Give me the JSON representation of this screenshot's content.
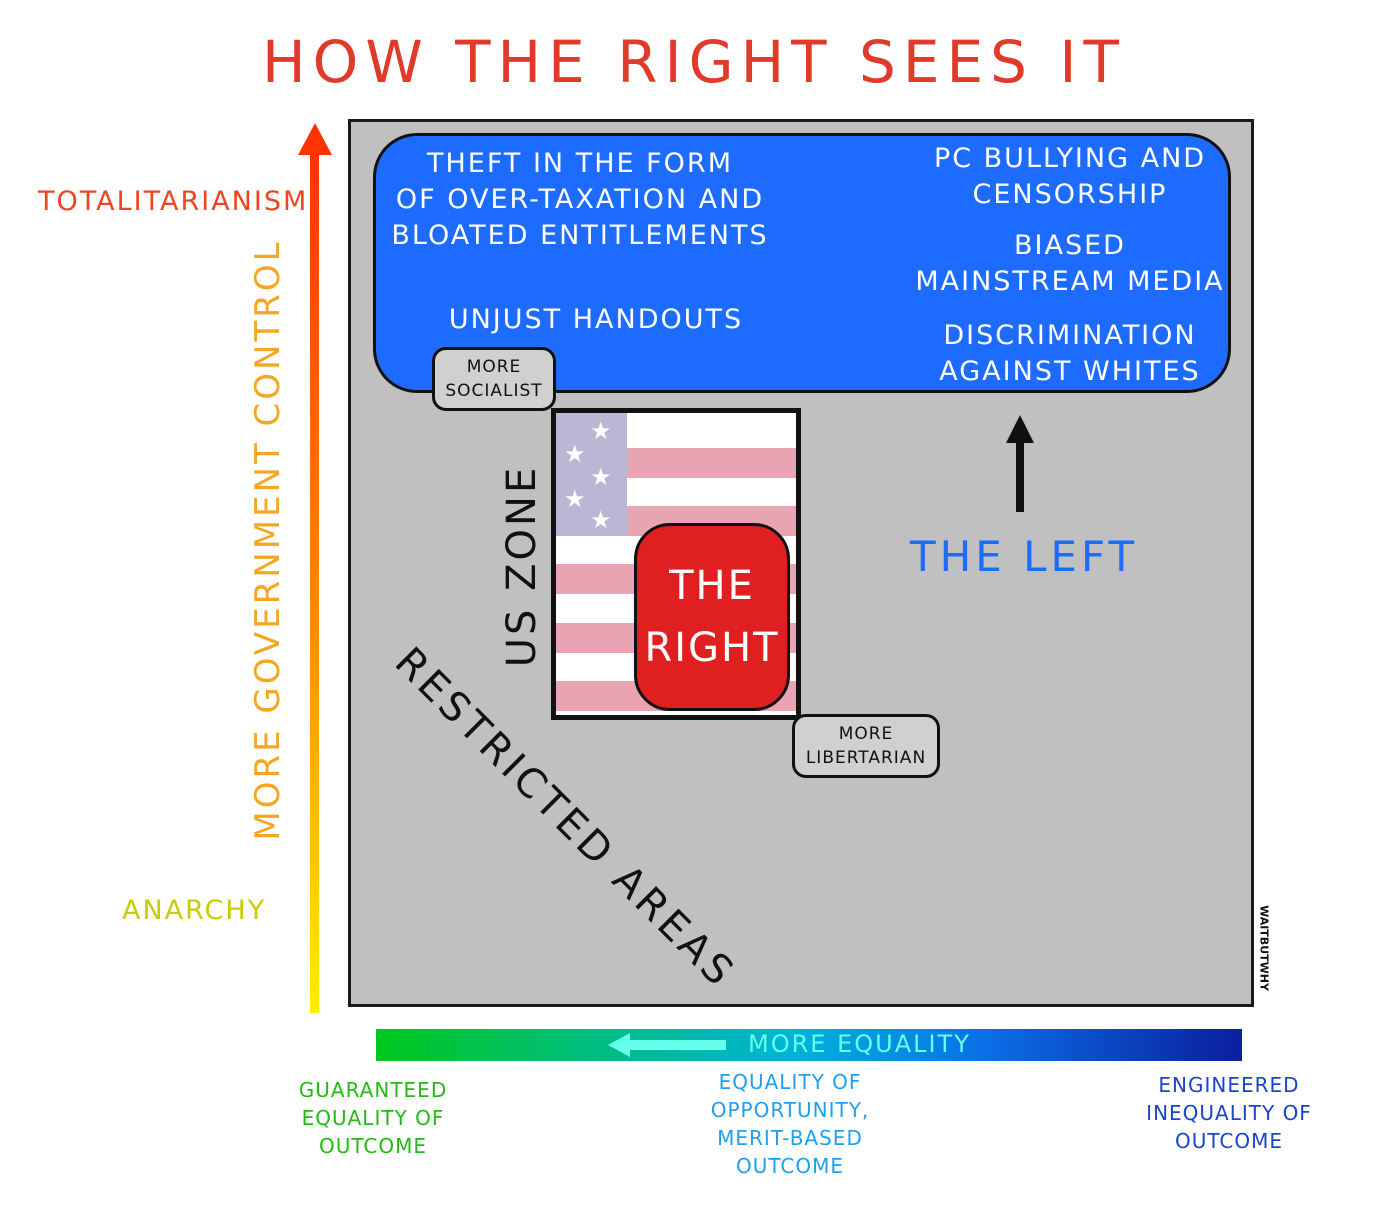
{
  "title": "HOW THE RIGHT SEES IT",
  "y_axis": {
    "title": "MORE GOVERNMENT CONTROL",
    "top_label": "TOTALITARIANISM",
    "bottom_label": "ANARCHY"
  },
  "x_axis": {
    "title": "MORE EQUALITY",
    "left_label": "GUARANTEED EQUALITY OF OUTCOME",
    "middle_label": "EQUALITY OF OPPORTUNITY, MERIT-BASED OUTCOME",
    "right_label": "ENGINEERED INEQUALITY OF OUTCOME"
  },
  "top_zone": {
    "left": {
      "theft": [
        "THEFT IN THE FORM",
        "OF OVER-TAXATION AND",
        "BLOATED ENTITLEMENTS"
      ],
      "handouts": "UNJUST HANDOUTS"
    },
    "right": {
      "pc": [
        "PC BULLYING AND",
        "CENSORSHIP"
      ],
      "media": [
        "BIASED",
        "MAINSTREAM MEDIA"
      ],
      "discrimination": [
        "DISCRIMINATION",
        "AGAINST WHITES"
      ]
    }
  },
  "pills": {
    "socialist": [
      "MORE",
      "SOCIALIST"
    ],
    "libertarian": [
      "MORE",
      "LIBERTARIAN"
    ]
  },
  "us_zone_label": "US ZONE",
  "the_right": [
    "THE",
    "RIGHT"
  ],
  "the_left": "THE LEFT",
  "restricted": "RESTRICTED AREAS",
  "signature": "WAITBUTWHY",
  "colors": {
    "title": "#e23a2a",
    "field": "#c0c0c0",
    "blue_zone": "#1e6bff",
    "right_box": "#e02020",
    "flag_stripe": "#e8a4b2",
    "flag_canton": "#b9b7d3"
  },
  "icons": [
    "up-arrow-icon",
    "left-arrow-icon",
    "star-icon"
  ]
}
